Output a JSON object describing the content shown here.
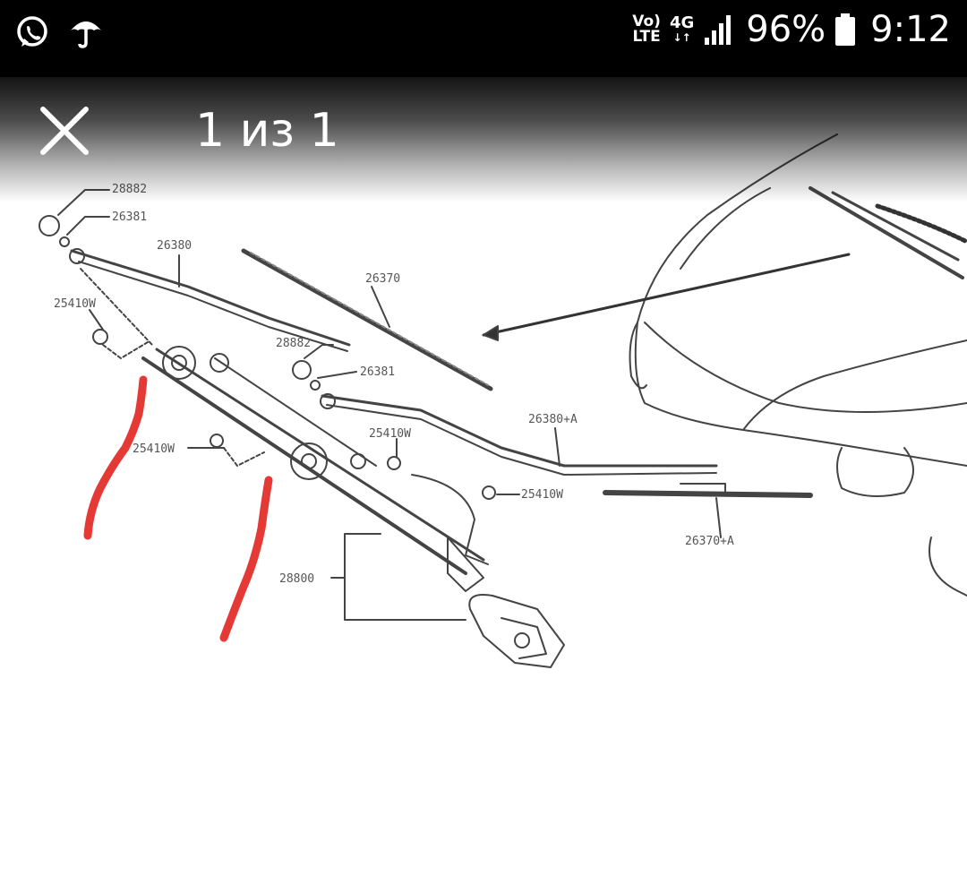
{
  "status_bar": {
    "volte_top": "Vo)",
    "volte_bottom": "LTE",
    "network": "4G",
    "battery": "96%",
    "time": "9:12",
    "icons": [
      "whatsapp-icon",
      "umbrella-icon",
      "signal-icon",
      "battery-icon"
    ]
  },
  "viewer": {
    "counter": "1 из 1",
    "close_icon": "close-icon"
  },
  "diagram": {
    "labels": {
      "l1": "28882",
      "l2": "26381",
      "l3": "26380",
      "l4": "25410W",
      "l5": "26370",
      "l6": "28882",
      "l7": "26381",
      "l8": "25410W",
      "l9": "25410W",
      "l10": "26380+A",
      "l11": "25410W",
      "l12": "28800",
      "l13": "26370+A"
    },
    "annotation_color": "#e53935"
  }
}
